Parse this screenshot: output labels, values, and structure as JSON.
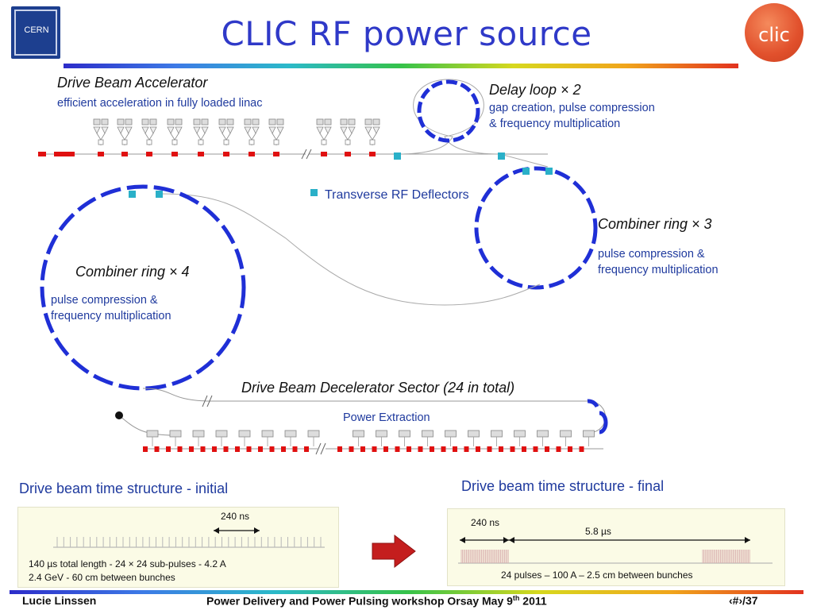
{
  "title": "CLIC RF power source",
  "logos": {
    "left": "CERN",
    "right": "clic"
  },
  "drive_beam_accelerator": {
    "heading": "Drive Beam Accelerator",
    "subtitle": "efficient acceleration in fully loaded linac"
  },
  "delay_loop": {
    "heading": "Delay loop × 2",
    "line1": "gap creation, pulse compression",
    "line2": "& frequency multiplication"
  },
  "transverse_rf": "Transverse RF Deflectors",
  "combiner_ring_3": {
    "heading": "Combiner ring × 3",
    "line1": "pulse compression &",
    "line2": "frequency multiplication"
  },
  "combiner_ring_4": {
    "heading": "Combiner ring × 4",
    "line1": "pulse compression &",
    "line2": "frequency multiplication"
  },
  "decelerator": {
    "heading": "Drive Beam Decelerator Sector (24 in total)",
    "power_extraction": "Power Extraction"
  },
  "time_initial": {
    "heading": "Drive beam time structure - initial",
    "label_240": "240 ns",
    "line1": "140 µs  total length - 24 × 24 sub-pulses - 4.2 A",
    "line2": "2.4 GeV - 60 cm between bunches"
  },
  "time_final": {
    "heading": "Drive beam time structure - final",
    "label_240": "240 ns",
    "label_58": "5.8 µs",
    "line1": "24 pulses – 100 A – 2.5 cm between bunches"
  },
  "footer": {
    "author": "Lucie Linssen",
    "event": "Power Delivery and Power Pulsing workshop Orsay May 9",
    "event_sup": "th",
    "event_year": " 2011",
    "page": "‹#›/37"
  },
  "colors": {
    "title": "#2f39c8",
    "magnet_blue": "#1f2fd6",
    "accelerator_red": "#e01010",
    "deflector_cyan": "#2ab0c8",
    "arrow_red": "#c41e1e"
  }
}
